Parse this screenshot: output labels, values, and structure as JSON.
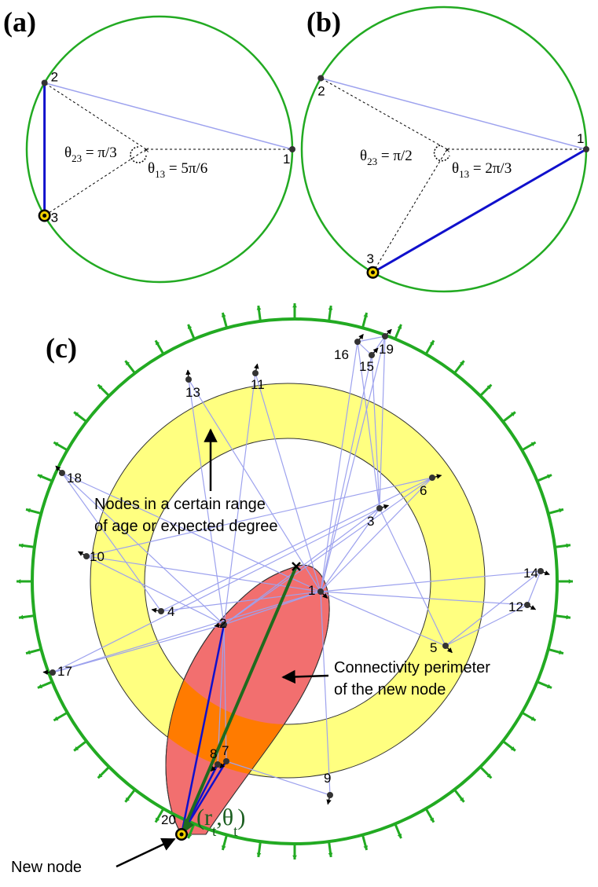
{
  "panels": {
    "a": {
      "letter": "(a)",
      "nodes": [
        {
          "id": "1",
          "angle_deg": 0
        },
        {
          "id": "2",
          "angle_deg": 150
        },
        {
          "id": "3",
          "angle_deg": 210
        }
      ],
      "thin_links": [
        [
          "1",
          "2"
        ]
      ],
      "bold_link": [
        "2",
        "3"
      ],
      "theta_23": {
        "symbol": "θ",
        "sub": "23",
        "value": " = π/3"
      },
      "theta_13": {
        "symbol": "θ",
        "sub": "13",
        "value": " = 5π/6"
      }
    },
    "b": {
      "letter": "(b)",
      "nodes": [
        {
          "id": "1",
          "angle_deg": 0
        },
        {
          "id": "2",
          "angle_deg": 150
        },
        {
          "id": "3",
          "angle_deg": 240
        }
      ],
      "thin_links": [
        [
          "1",
          "2"
        ]
      ],
      "bold_link": [
        "1",
        "3"
      ],
      "theta_23": {
        "symbol": "θ",
        "sub": "23",
        "value": " = π/2"
      },
      "theta_13": {
        "symbol": "θ",
        "sub": "13",
        "value": " = 2π/3"
      }
    },
    "c": {
      "letter": "(c)",
      "annotation_band": {
        "line1": "Nodes in a certain range",
        "line2": "of age or expected degree"
      },
      "annotation_perimeter": {
        "line1": "Connectivity perimeter",
        "line2": "of the new node"
      },
      "annotation_new_node": "New node",
      "coord_label": {
        "open": "(r",
        "sub1": "t",
        "comma": ",θ",
        "sub2": "t",
        "close": ")"
      },
      "new_node_label": "20",
      "nodes": [
        {
          "id": "1",
          "label": "1"
        },
        {
          "id": "2",
          "label": "2"
        },
        {
          "id": "3",
          "label": "3"
        },
        {
          "id": "4",
          "label": "4"
        },
        {
          "id": "5",
          "label": "5"
        },
        {
          "id": "6",
          "label": "6"
        },
        {
          "id": "7",
          "label": "7"
        },
        {
          "id": "8",
          "label": "8"
        },
        {
          "id": "9",
          "label": "9"
        },
        {
          "id": "10",
          "label": "10"
        },
        {
          "id": "11",
          "label": "11"
        },
        {
          "id": "12",
          "label": "12"
        },
        {
          "id": "13",
          "label": "13"
        },
        {
          "id": "14",
          "label": "14"
        },
        {
          "id": "15",
          "label": "15"
        },
        {
          "id": "16",
          "label": "16"
        },
        {
          "id": "17",
          "label": "17"
        },
        {
          "id": "18",
          "label": "18"
        },
        {
          "id": "19",
          "label": "19"
        }
      ],
      "links": [
        [
          "1",
          "2"
        ],
        [
          "1",
          "3"
        ],
        [
          "1",
          "4"
        ],
        [
          "1",
          "5"
        ],
        [
          "1",
          "6"
        ],
        [
          "1",
          "9"
        ],
        [
          "1",
          "10"
        ],
        [
          "1",
          "11"
        ],
        [
          "1",
          "12"
        ],
        [
          "1",
          "13"
        ],
        [
          "1",
          "14"
        ],
        [
          "1",
          "15"
        ],
        [
          "1",
          "16"
        ],
        [
          "1",
          "17"
        ],
        [
          "1",
          "18"
        ],
        [
          "1",
          "19"
        ],
        [
          "2",
          "3"
        ],
        [
          "2",
          "6"
        ],
        [
          "2",
          "7"
        ],
        [
          "2",
          "8"
        ],
        [
          "2",
          "10"
        ],
        [
          "2",
          "11"
        ],
        [
          "2",
          "13"
        ],
        [
          "2",
          "17"
        ],
        [
          "2",
          "18"
        ],
        [
          "3",
          "15"
        ],
        [
          "3",
          "16"
        ],
        [
          "3",
          "19"
        ],
        [
          "3",
          "5"
        ],
        [
          "4",
          "18"
        ],
        [
          "4",
          "6"
        ],
        [
          "5",
          "12"
        ],
        [
          "5",
          "14"
        ],
        [
          "6",
          "10"
        ],
        [
          "7",
          "9"
        ],
        [
          "12",
          "14"
        ],
        [
          "15",
          "16"
        ],
        [
          "16",
          "19"
        ],
        [
          "15",
          "19"
        ],
        [
          "17",
          "3"
        ]
      ],
      "new_links": [
        [
          "20",
          "2"
        ],
        [
          "20",
          "7"
        ],
        [
          "20",
          "8"
        ],
        [
          "20",
          "x"
        ]
      ]
    }
  },
  "colors": {
    "circle": "#22aa22",
    "link_thin": "#9da2ee",
    "link_bold": "#1010cc",
    "band": "#ffff80",
    "perimeter": "#f26f6f",
    "overlap": "#ff7b00",
    "arrow_green": "#1e6b1e",
    "new_node_ring": "#f0d000"
  }
}
